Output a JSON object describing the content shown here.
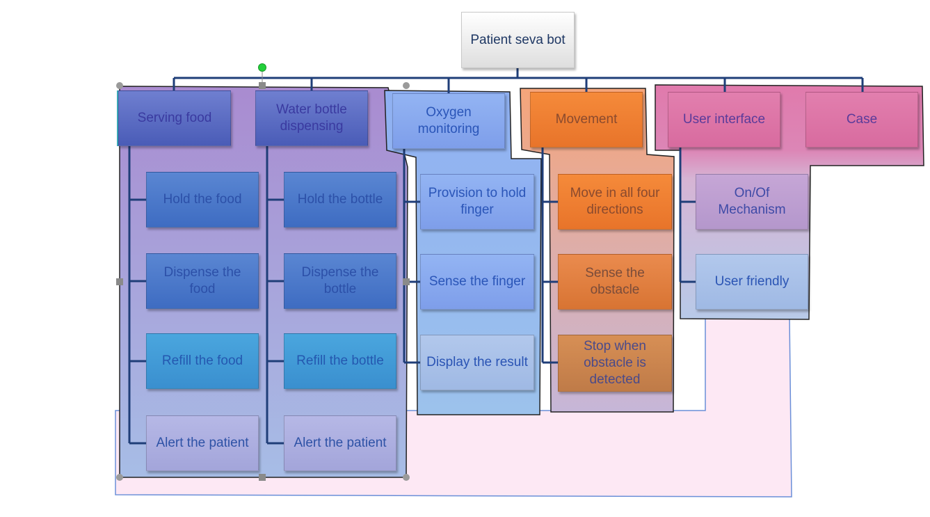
{
  "diagram": {
    "root": "Patient  seva bot",
    "columns": [
      {
        "label": "Serving food",
        "children": [
          "Hold the food",
          "Dispense the\nfood",
          "Refill the food",
          "Alert the patient"
        ]
      },
      {
        "label": "Water bottle\ndispensing",
        "children": [
          "Hold the bottle",
          "Dispense  the\nbottle",
          "Refill the bottle",
          "Alert the  patient"
        ]
      },
      {
        "label": "Oxygen\nmonitoring",
        "children": [
          "Provision to hold\nfinger",
          "Sense the finger",
          "Display the result"
        ]
      },
      {
        "label": "Movement",
        "children": [
          "Move in all four\ndirections",
          "Sense the\nobstacle",
          "Stop when\nobstacle is\ndetected"
        ]
      },
      {
        "label": "User interface",
        "children": [
          "On/Of\nMechanism",
          "User friendly"
        ]
      },
      {
        "label": "Case",
        "children": []
      }
    ]
  },
  "colors": {
    "connector": "#1f3e78",
    "group_serving": "#a696d2",
    "group_oxygen": "#93b4f3",
    "group_movement": "#f4b08c",
    "group_ui": "#e37bab",
    "handle_green": "#22d03a",
    "handle_gray": "#8a8a8a"
  }
}
